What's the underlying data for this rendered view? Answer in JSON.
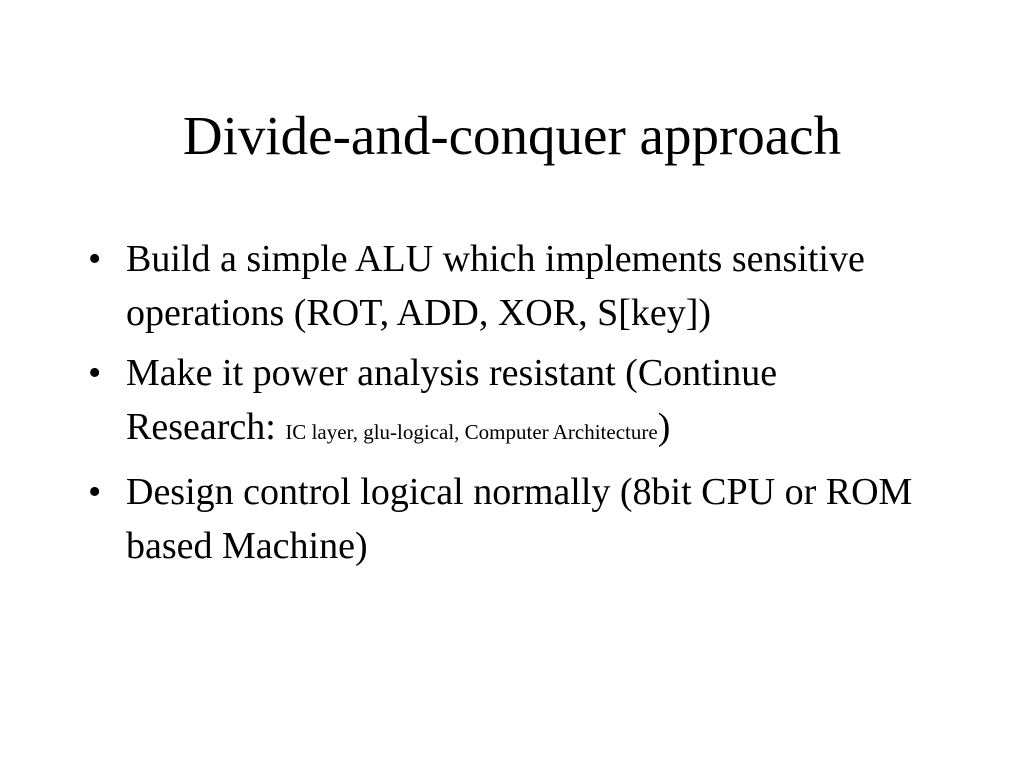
{
  "slide": {
    "title": "Divide-and-conquer approach",
    "bullet_marker": "•",
    "bullets": [
      {
        "text": "Build a simple ALU which implements sensitive operations (ROT, ADD, XOR, S[key])"
      },
      {
        "text_before": "Make it power analysis resistant (Continue Research: ",
        "small_text": "IC layer, glu-logical, Computer Architecture",
        "text_after": ")"
      },
      {
        "text": "Design control logical normally (8bit CPU or ROM based Machine)"
      }
    ]
  }
}
